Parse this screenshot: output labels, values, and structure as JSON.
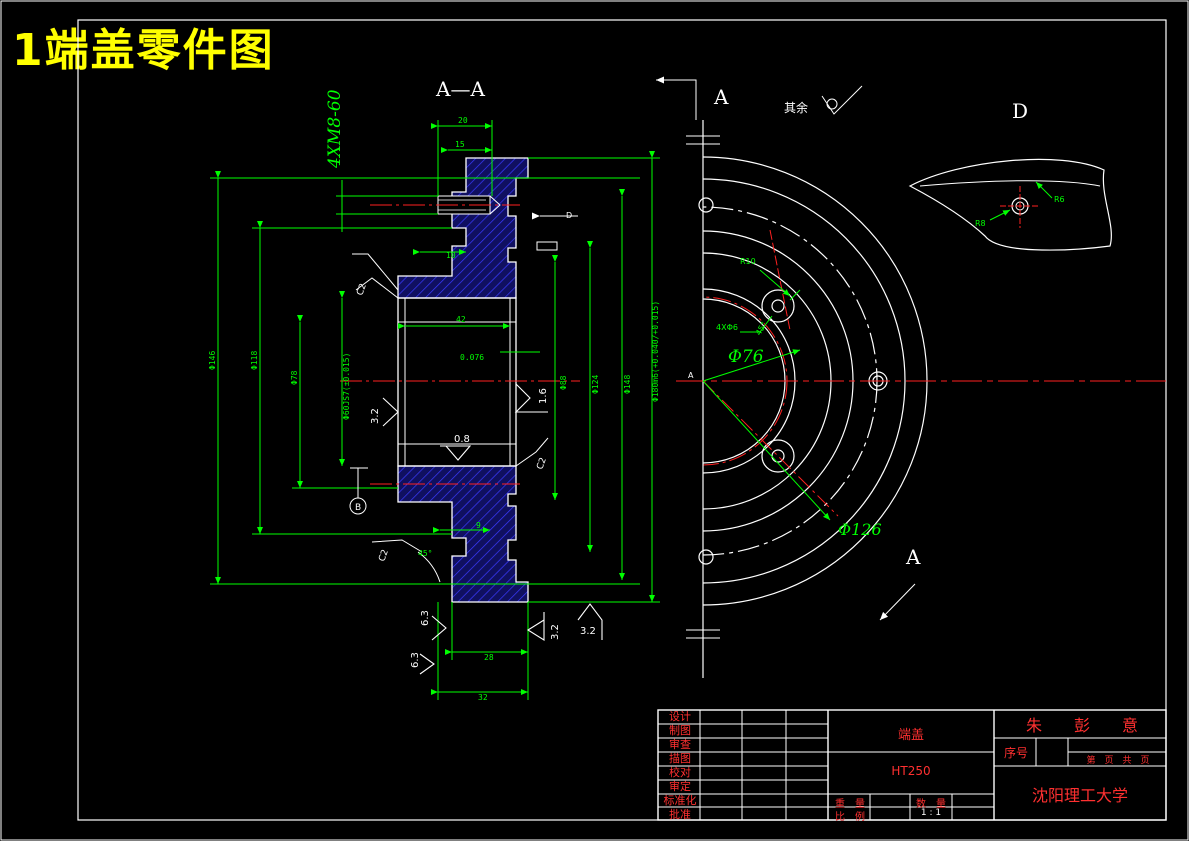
{
  "title": "1端盖零件图",
  "section": {
    "label": "A—A",
    "thread_callout": "4XM8-60",
    "dims": {
      "d20": "20",
      "d15": "15",
      "d10": "10",
      "d42": "42",
      "d9": "9",
      "d28": "28",
      "d32": "32",
      "phi146": "Φ146",
      "phi118": "Φ118",
      "phi78": "Φ78",
      "phi60": "Φ60JS7(±0.015)",
      "phi88": "Φ88",
      "phi124": "Φ124",
      "phi148": "Φ148",
      "phi180": "Φ180m6(+0.040/+0.015)",
      "tol_0076": "0.076",
      "angle45": "45°"
    },
    "roughness": {
      "r32a": "3.2",
      "r16": "1.6",
      "r08": "0.8",
      "r63a": "6.3",
      "r32b": "3.2",
      "r32c": "3.2",
      "r63b": "6.3"
    },
    "chamfers": {
      "c1": "C2",
      "c2": "C2",
      "c3": "C2"
    },
    "datum": "B",
    "view_d_arrow": "D"
  },
  "end_view": {
    "label_top": "A",
    "label_bottom": "A",
    "rest_roughness": "其余",
    "r10": "R10",
    "holes": "4XΦ6",
    "phi76": "Φ76",
    "phi126": "Φ126",
    "angle45": "45°",
    "center": "A"
  },
  "detail_d": {
    "label": "D",
    "r6": "R6",
    "r8": "R8"
  },
  "title_block": {
    "rows": [
      "设计",
      "制图",
      "审查",
      "描图",
      "校对",
      "审定",
      "标准化",
      "批准"
    ],
    "part_name": "端盖",
    "material": "HT250",
    "author": "朱　　彭　　意",
    "seq_label": "序号",
    "sheet_info": "第　页　共　页",
    "weight_label": "重　量",
    "qty_label": "数　量",
    "scale_label": "比　例",
    "scale_value": "1 : 1",
    "university": "沈阳理工大学"
  }
}
